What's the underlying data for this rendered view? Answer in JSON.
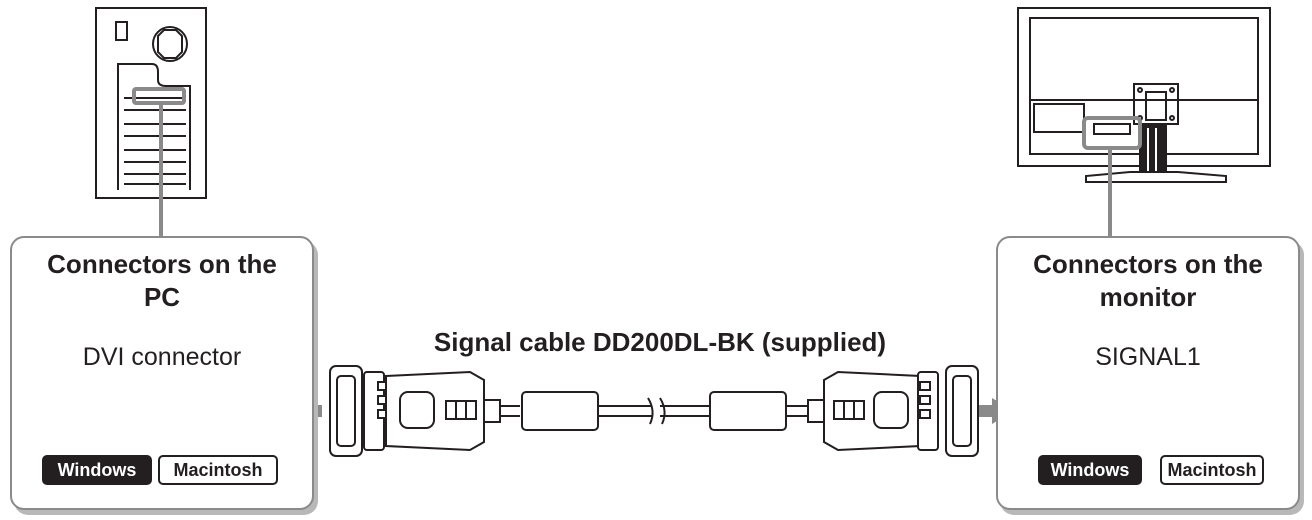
{
  "pc_panel": {
    "title_line1": "Connectors on the",
    "title_line2": "PC",
    "connector_label": "DVI connector",
    "badges": {
      "windows": "Windows",
      "macintosh": "Macintosh"
    }
  },
  "monitor_panel": {
    "title_line1": "Connectors on the",
    "title_line2": "monitor",
    "connector_label": "SIGNAL1",
    "badges": {
      "windows": "Windows",
      "macintosh": "Macintosh"
    }
  },
  "cable": {
    "label": "Signal cable DD200DL-BK (supplied)"
  },
  "colors": {
    "ink": "#231f20",
    "highlight": "#8a8a8a",
    "arrow": "#8a8a8a",
    "shadow": "#b8b8b8"
  },
  "icons": [
    "pc-tower-icon",
    "monitor-rear-icon",
    "dvi-connector-icon",
    "dvi-plug-icon",
    "arrow-left-icon",
    "arrow-right-icon",
    "ferrite-core-icon"
  ]
}
